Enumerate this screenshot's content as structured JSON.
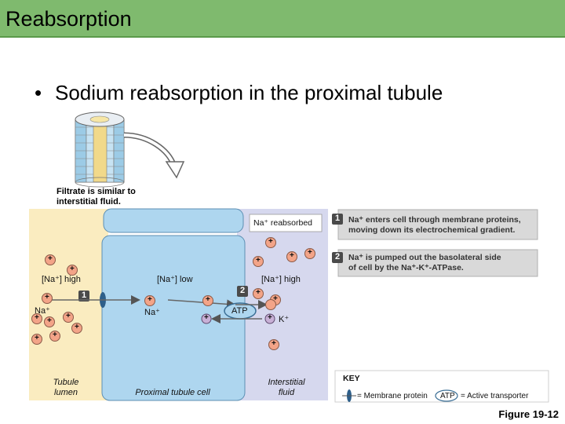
{
  "slide": {
    "title": "Reabsorption",
    "bullet": "Sodium reabsorption in the proximal tubule",
    "figure_label": "Figure 19-12"
  },
  "diagram": {
    "filtrate_caption": [
      "Filtrate is similar to",
      "interstitial fluid."
    ],
    "na_reabsorbed": "Na⁺ reabsorbed",
    "step1_text": [
      "Na⁺ enters cell through membrane proteins,",
      "moving down its electrochemical gradient."
    ],
    "step2_text": [
      "Na⁺ is pumped out the basolateral side",
      "of cell by the Na⁺-K⁺-ATPase."
    ],
    "step1_num": "1",
    "step2_num": "2",
    "na_high_lumen": "[Na⁺] high",
    "na_low_cell": "[Na⁺] low",
    "na_high_isf": "[Na⁺] high",
    "na_lumen": "Na⁺",
    "na_cell": "Na⁺",
    "k_ion": "K⁺",
    "atp": "ATP",
    "region_lumen": [
      "Tubule",
      "lumen"
    ],
    "region_cell": "Proximal tubule cell",
    "region_isf": [
      "Interstitial",
      "fluid"
    ],
    "key_title": "KEY",
    "key_membrane": "= Membrane protein",
    "key_atp_label": "ATP",
    "key_active": "= Active transporter",
    "plus": "+"
  },
  "colors": {
    "title_bar": "#7fba6e",
    "lumen": "#faecc0",
    "cell": "#aed6ef",
    "interstitial": "#d6d8ee",
    "ion_na": "#f3a488",
    "ion_k": "#c8b0d6",
    "box": "#d9d9d9"
  }
}
